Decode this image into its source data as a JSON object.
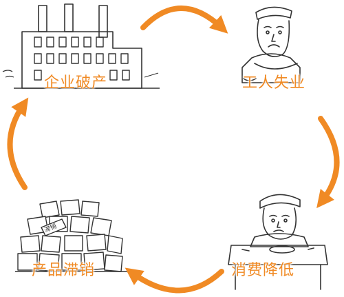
{
  "colors": {
    "accent": "#f08a24",
    "ink": "#333333"
  },
  "cycle": {
    "stages": [
      {
        "label": "企业破产",
        "icon": "factory-icon"
      },
      {
        "label": "工人失业",
        "icon": "unemployed-worker-icon"
      },
      {
        "label": "消费降低",
        "icon": "eating-worker-icon"
      },
      {
        "label": "产品滞销",
        "icon": "stacked-goods-icon"
      }
    ],
    "goods_tag": "滞销"
  }
}
